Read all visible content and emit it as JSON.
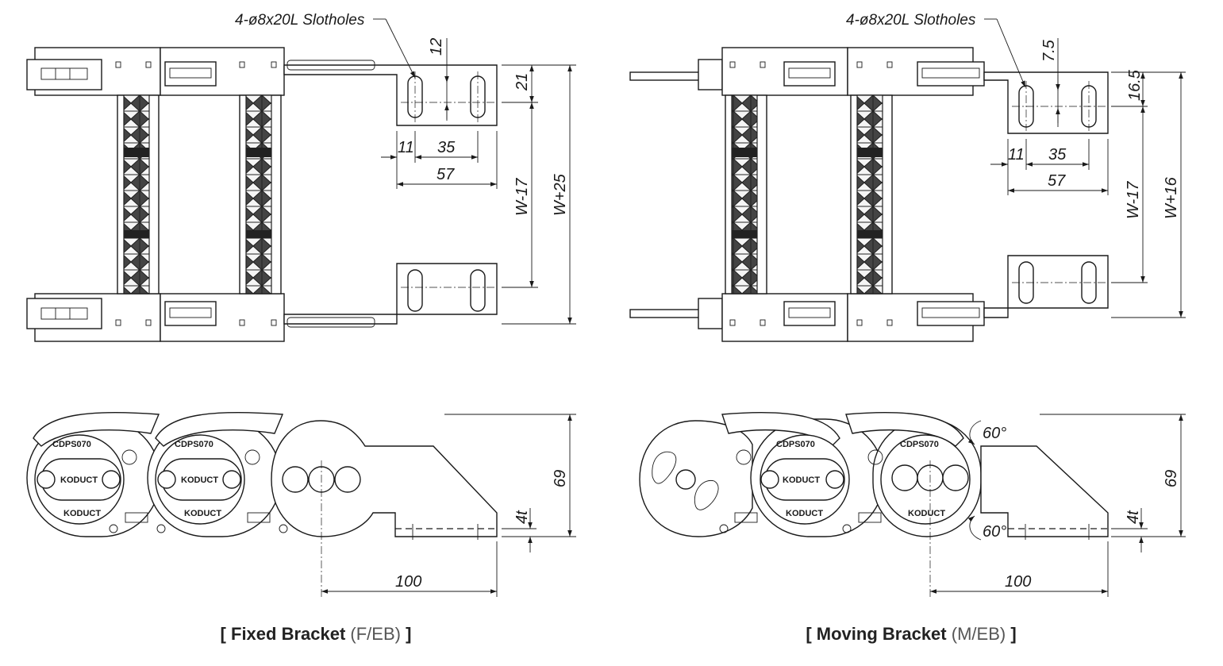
{
  "fixed": {
    "callout": "4-ø8x20L Slotholes",
    "dims": {
      "slot_offset": "12",
      "top_margin": "21",
      "edge": "11",
      "pitch": "35",
      "length": "57",
      "inner": "W-17",
      "outer": "W+25",
      "height": "69",
      "thickness": "4t",
      "projection": "100"
    },
    "link_mark": "CDPS070",
    "brand": "KODUCT",
    "caption": {
      "open": "[ ",
      "name": "Fixed Bracket",
      "code": "(F/EB)",
      "close": " ]"
    }
  },
  "moving": {
    "callout": "4-ø8x20L Slotholes",
    "dims": {
      "slot_offset": "7.5",
      "top_margin": "16.5",
      "edge": "11",
      "pitch": "35",
      "length": "57",
      "inner": "W-17",
      "outer": "W+16",
      "height": "69",
      "thickness": "4t",
      "projection": "100",
      "angle_top": "60°",
      "angle_bottom": "60°"
    },
    "link_mark": "CDPS070",
    "brand": "KODUCT",
    "caption": {
      "open": "[ ",
      "name": "Moving Bracket",
      "code": "(M/EB)",
      "close": " ]"
    }
  }
}
